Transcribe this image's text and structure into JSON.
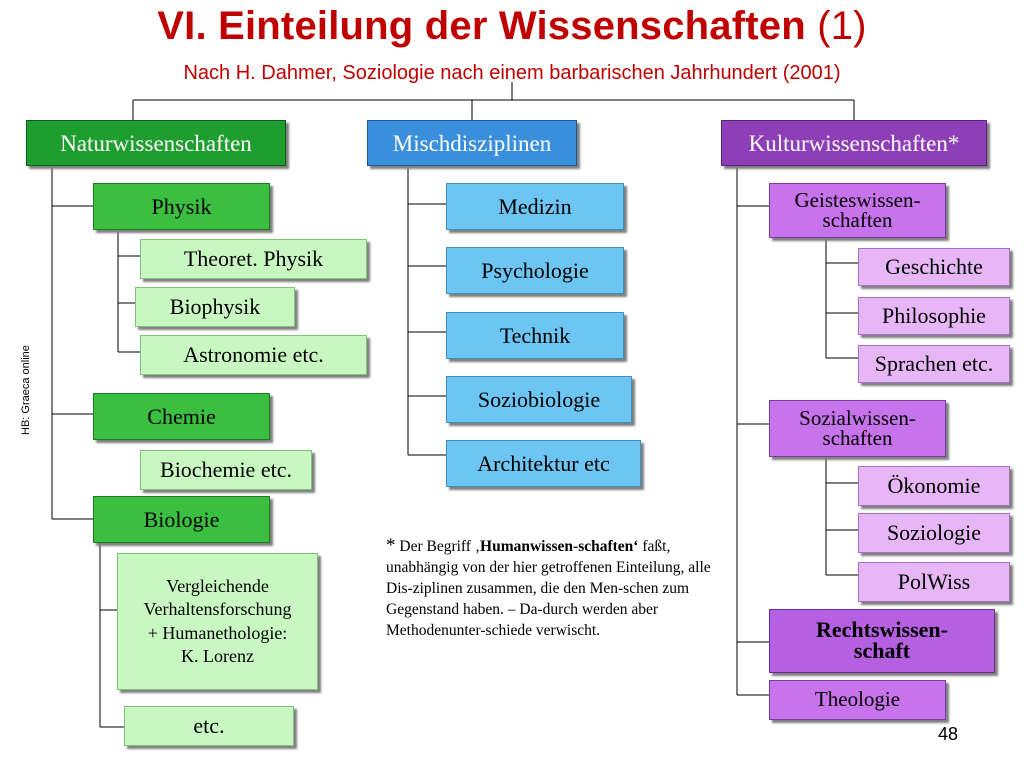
{
  "title": {
    "main": "VI. Einteilung der Wissenschaften",
    "number": "(1)"
  },
  "subtitle": "Nach H. Dahmer, Soziologie nach einem barbarischen Jahrhundert (2001)",
  "side_label": "HB: Graeca online",
  "page_number": "48",
  "columns": {
    "natur": {
      "header": "Naturwissenschaften",
      "physik": "Physik",
      "theoret_physik": "Theoret. Physik",
      "biophysik": "Biophysik",
      "astronomie": "Astronomie etc.",
      "chemie": "Chemie",
      "biochemie": "Biochemie etc.",
      "biologie": "Biologie",
      "verhalten": [
        "Vergleichende",
        "Verhaltensforschung",
        "+ Humanethologie:",
        "K. Lorenz"
      ],
      "etc": "etc."
    },
    "misch": {
      "header": "Mischdisziplinen",
      "items": [
        "Medizin",
        "Psychologie",
        "Technik",
        "Soziobiologie",
        "Architektur etc"
      ]
    },
    "kultur": {
      "header": "Kulturwissenschaften*",
      "geistes": [
        "Geisteswissen-",
        "schaften"
      ],
      "geschichte": "Geschichte",
      "philosophie": "Philosophie",
      "sprachen": "Sprachen etc.",
      "sozial": [
        "Sozialwissen-",
        "schaften"
      ],
      "oekonomie": "Ökonomie",
      "soziologie": "Soziologie",
      "polwiss": "PolWiss",
      "recht": [
        "Rechtswissen-",
        "schaft"
      ],
      "theologie": "Theologie"
    }
  },
  "footnote": {
    "star": "*",
    "part1": " Der Begriff ‚",
    "bold": "Humanwissen-schaften‘",
    "part2": " faßt, unabhängig von der hier getroffenen Einteilung, alle Dis-ziplinen zusammen, die den Men-schen zum Gegenstand haben. – Da-durch werden aber Methodenunter-schiede verwischt."
  }
}
